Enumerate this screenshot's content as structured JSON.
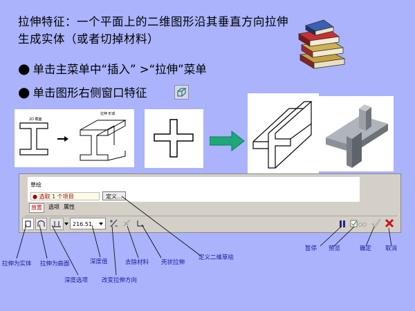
{
  "slide": {
    "heading": "拉伸特征：一个平面上的二维图形沿其垂直方向拉伸生成实体（或者切掉材料）",
    "bullets": [
      "单击主菜单中“插入” >“拉伸”菜单",
      "单击图形右侧窗口特征"
    ],
    "bullet_glyph": "●"
  },
  "sketch_panel": {
    "label_2d": "2D 截面",
    "label_3d": "拉伸 \n形成"
  },
  "dashboard": {
    "section_title": "草绘",
    "select_status": "● 选取 1 个项目",
    "define_button": "定义...",
    "tabs": [
      "放置",
      "选项",
      "属性"
    ],
    "depth_value": "216.51"
  },
  "callouts": {
    "solid": "拉伸为实体",
    "surface": "拉伸为曲面",
    "depth_option": "深度选项",
    "depth_value": "深度值",
    "flip": "改变拉伸方向",
    "remove": "去除材料",
    "thin": "壳状拉伸",
    "define": "定义二维草绘",
    "pause": "暂停",
    "preview": "预览",
    "ok": "确定",
    "cancel": "取消"
  },
  "colors": {
    "background": "#aab3fb",
    "arrow": "#1ea878",
    "label": "#1a1aa0",
    "ok_check": "#2a9a2a",
    "cancel_x": "#d01010"
  }
}
